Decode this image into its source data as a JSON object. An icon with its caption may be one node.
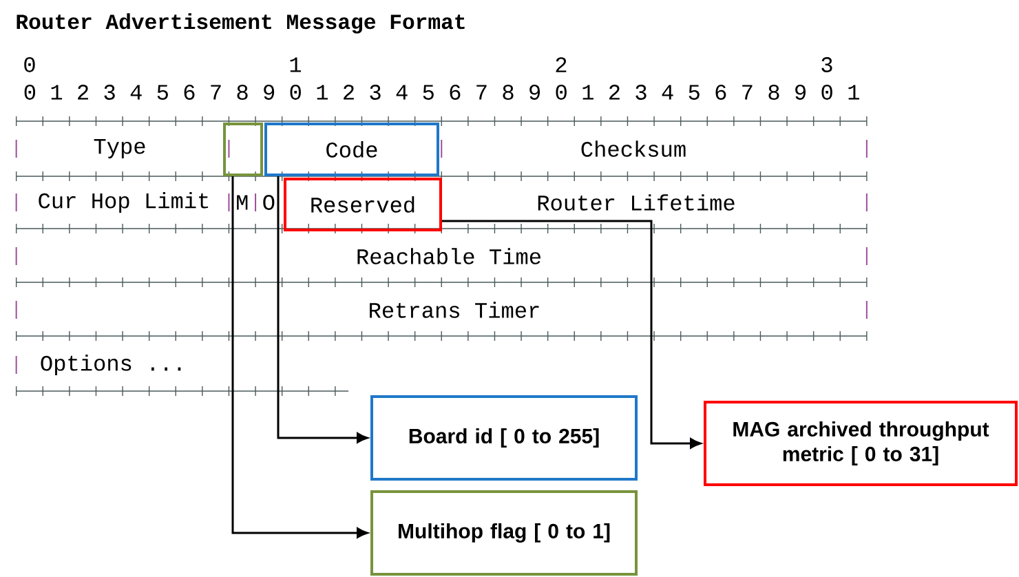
{
  "diagram": {
    "title": "Router Advertisement Message Format",
    "nodes": [
      {
        "text": [],
        "shape": "box"
      },
      {
        "text": [
          "Code"
        ]
      },
      {
        "text": [
          "Reserved"
        ]
      },
      {
        "text": [
          "Board id [ 0 to 255]"
        ]
      },
      {
        "text": [
          "MAG archived throughput metric [ 0 to 31]"
        ]
      },
      {
        "text": [
          "Multihop flag [ 0 to 1]"
        ]
      }
    ],
    "edges": [
      {
        "from": 1,
        "to": 3,
        "arrow": "to"
      },
      {
        "from": 2,
        "to": 4,
        "arrow": "to"
      },
      {
        "from": 0,
        "to": 5,
        "arrow": "to"
      }
    ],
    "labels": [
      "0",
      "1",
      "2",
      "3",
      "0 1 2 3 4 5 6 7 8 9 0 1 2 3 4 5 6 7 8 9 0 1 2 3 4 5 6 7 8 9 0 1",
      "Type",
      "Checksum",
      "Cur Hop Limit",
      "M",
      "O",
      "Router Lifetime",
      "Reachable Time",
      "Retrans Timer",
      "Options ..."
    ]
  }
}
